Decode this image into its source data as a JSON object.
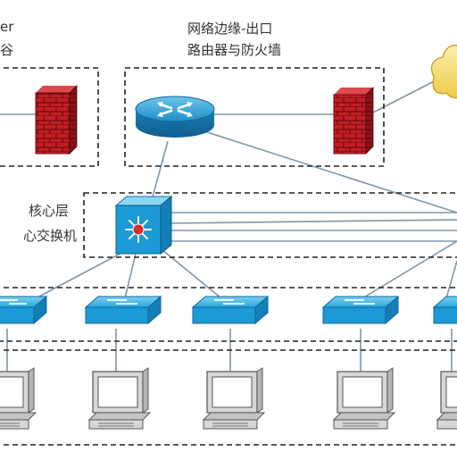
{
  "labels": {
    "left_top_fragment": "er",
    "left_second_fragment": "谷",
    "edge_title_line1": "网络边缘-出口",
    "edge_title_line2": "路由器与防火墙",
    "core_title": "核心层",
    "core_switch_fragment": "心交换机"
  },
  "colors": {
    "background": "#ffffff",
    "dashed_border": "#222222",
    "link_line": "#7f96a8",
    "firewall_red": "#c21e24",
    "router_blue": "#1e8fc9",
    "switch_blue": "#1c9ad6",
    "cloud_yellow": "#f7dd6e",
    "computer_gray": "#d7d7d7",
    "label_text": "#333333"
  },
  "icons": [
    "firewall-icon",
    "router-icon",
    "cloud-icon",
    "core-switch-icon",
    "switch-icon",
    "computer-icon"
  ]
}
